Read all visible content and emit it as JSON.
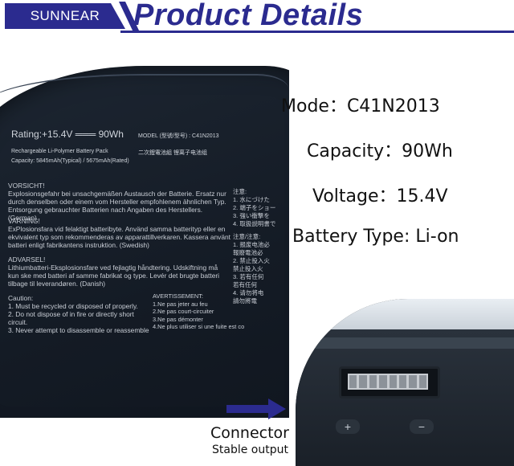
{
  "header": {
    "brand": "SUNNEAR",
    "title": "Product Details",
    "accent_color": "#2b2b8f"
  },
  "specs": [
    "Mode：C41N2013",
    "Capacity：90Wh",
    "Voltage：15.4V",
    "Battery Type: Li-on"
  ],
  "battery_label": {
    "rating": "Rating:+15.4V ═══ 90Wh",
    "model": "MODEL (型號/型号) : C41N2013",
    "rechargeable": "Rechargeable Li-Polymer Battery Pack",
    "cells": "二次鋰電池組   锂离子电池组",
    "capacity": "Capacity: 5845mAh(Typical) / 5675mAh(Rated)",
    "vorsicht": "VORSICHT!\nExplosionsgefahr bei unsachgemäßen Austausch der Batterie. Ersatz nur\ndurch denselben oder einem vom Hersteller empfohlenem ähnlichen Typ.\nEntsorgung gebrauchter Batterien nach Angaben des Herstellers. (German)",
    "varning": "VARNING!\nExPlosionsfara vid felaktigt batteribyte. Använd samma batterityp eller en\nekvivalent typ som rekommenderas av apparattillverkaren. Kassera använt\nbatteri enligt fabrikantens instruktion. (Swedish)",
    "advarsel": "ADVARSEL!\nLithiumbatteri-Eksplosionsfare ved fejlagtig håndtering. Udskiftning må\nkun ske med batteri af samme fabrikat og type. Levér det brugte batteri\ntilbage til leverandøren. (Danish)",
    "caution": "Caution:\n1. Must be recycled or disposed of properly.\n2. Do not dispose of in fire or directly short circuit.\n3. Never attempt to disassemble or reassemble",
    "avertissement": "AVERTISSEMENT:\n1.Ne pas jeter au feu\n2.Ne pas court-circuiter\n3.Ne pas démonter\n4.Ne plus utiliser si une fuite est co",
    "jp1": "注意:\n1. 水にづけた\n2. 端子をショー\n3. 強い衝撃を\n4. 取扱説明書で",
    "jp2": "注意/注意:\n1. 报废电池必\n   報廢電池必\n2. 禁止投入火\n   禁止投入火\n3. 若有任何\n   若有任何\n4. 请勿将电\n   請勿將電"
  },
  "connector": {
    "plus": "+",
    "minus": "−",
    "caption": "Connector",
    "subcaption": "Stable output"
  }
}
